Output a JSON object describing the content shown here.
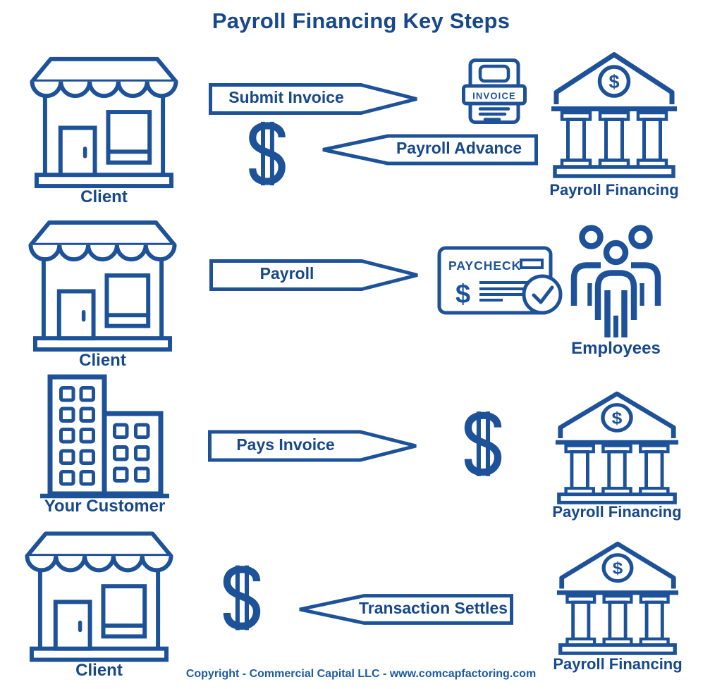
{
  "title": "Payroll Financing Key Steps",
  "footer": "Copyright - Commercial Capital LLC - www.comcapfactoring.com",
  "colors": {
    "primary": "#1d5299",
    "text": "#17488c",
    "background": "#ffffff"
  },
  "bank_dollar": "$",
  "row1": {
    "client_label": "Client",
    "submit_invoice_label": "Submit Invoice",
    "invoice_text": "INVOICE",
    "payroll_advance_label": "Payroll Advance",
    "financer_label": "Payroll Financing"
  },
  "row2": {
    "client_label": "Client",
    "payroll_label": "Payroll",
    "paycheck_title": "PAYCHECK",
    "paycheck_dollar": "$",
    "employees_label": "Employees"
  },
  "row3": {
    "customer_label": "Your Customer",
    "pays_invoice_label": "Pays Invoice",
    "financer_label": "Payroll Financing"
  },
  "row4": {
    "client_label": "Client",
    "transaction_settles_label": "Transaction Settles",
    "financer_label": "Payroll Financing"
  }
}
